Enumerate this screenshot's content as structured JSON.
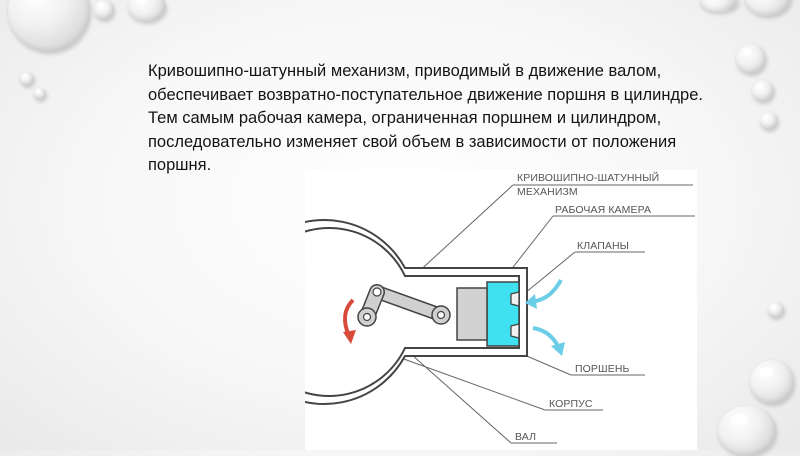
{
  "slide": {
    "paragraph": "Кривошипно-шатунный механизм, приводимый в движение валом, обеспечивает возвратно-поступательное движение поршня в цилиндре. Тем самым рабочая камера, ограниченная поршнем и цилиндром, последовательно изменяет свой объем в зависимости от положения поршня."
  },
  "diagram": {
    "labels": {
      "crank_mechanism": "КРИВОШИПНО-ШАТУННЫЙ",
      "crank_mechanism_2": "МЕХАНИЗМ",
      "chamber": "РАБОЧАЯ КАМЕРА",
      "valves": "КЛАПАНЫ",
      "piston": "ПОРШЕНЬ",
      "housing": "КОРПУС",
      "shaft": "ВАЛ"
    },
    "colors": {
      "chamber": "#3fe0f0",
      "arrow_red": "#d84a3a",
      "arrow_blue": "#6ccde8",
      "outline": "#444444"
    }
  }
}
